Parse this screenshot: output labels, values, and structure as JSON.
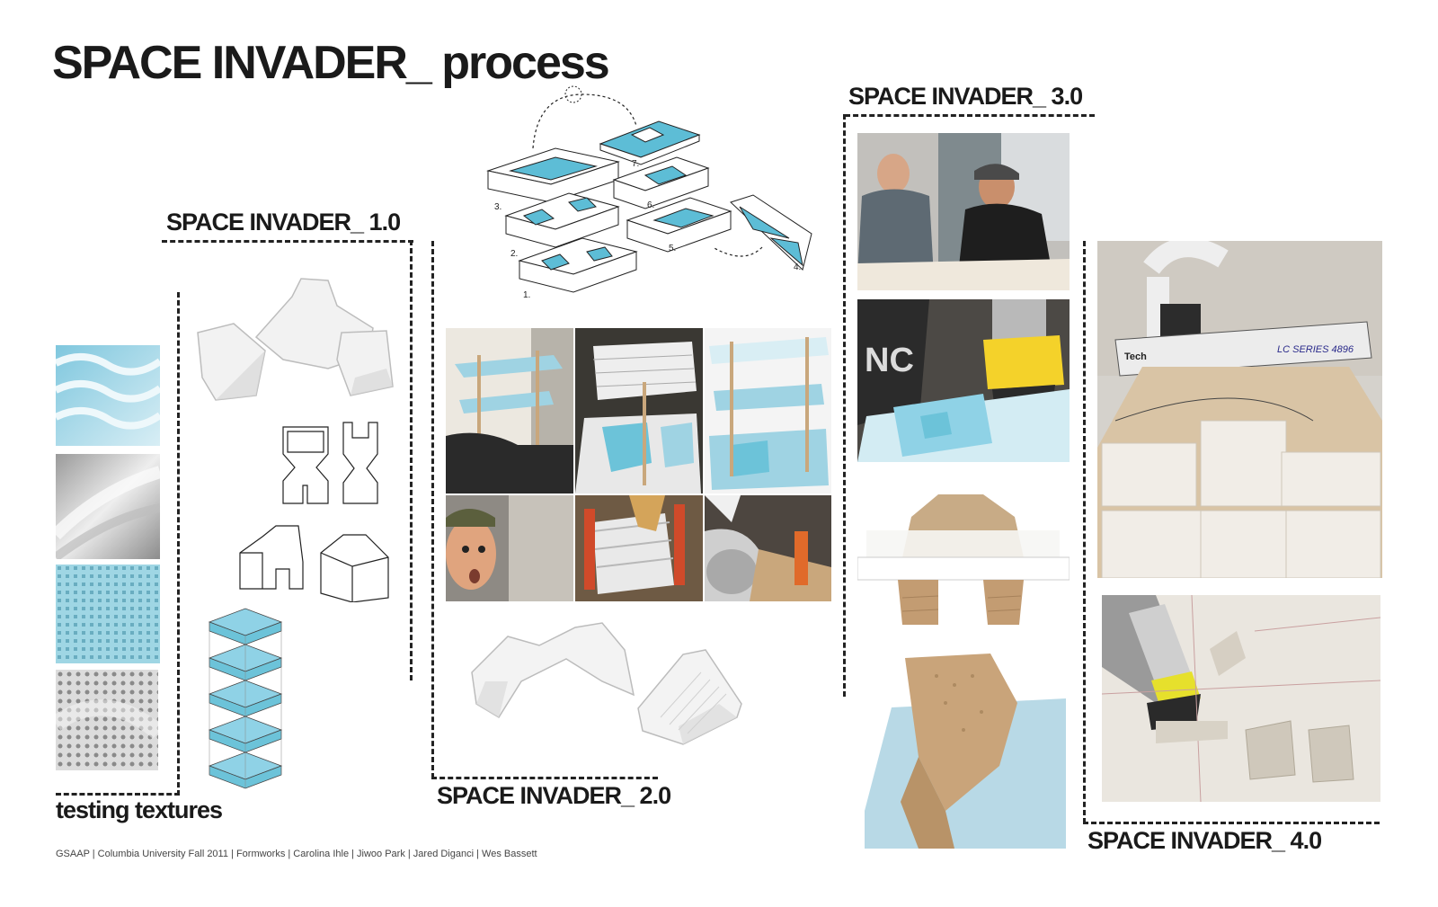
{
  "title": "SPACE INVADER_ process",
  "sections": {
    "v1": "SPACE INVADER_ 1.0",
    "v2": "SPACE INVADER_ 2.0",
    "v3": "SPACE INVADER_ 3.0",
    "v4": "SPACE INVADER_ 4.0",
    "textures": "testing textures"
  },
  "footer": "GSAAP | Columbia University Fall 2011 | Formworks | Carolina Ihle | Jiwoo Park | Jared Diganci | Wes Bassett",
  "mold_labels": [
    "1.",
    "2.",
    "3.",
    "4.",
    "5.",
    "6.",
    "7."
  ],
  "machine_labels": {
    "gantry": "LC SERIES 4896",
    "brand": "Tech",
    "router": "NC"
  },
  "colors": {
    "mold_blue": "#6cc3d9",
    "foam_blue": "#9fd3e3",
    "wood": "#c9a77c",
    "ink": "#1a1a1a"
  }
}
